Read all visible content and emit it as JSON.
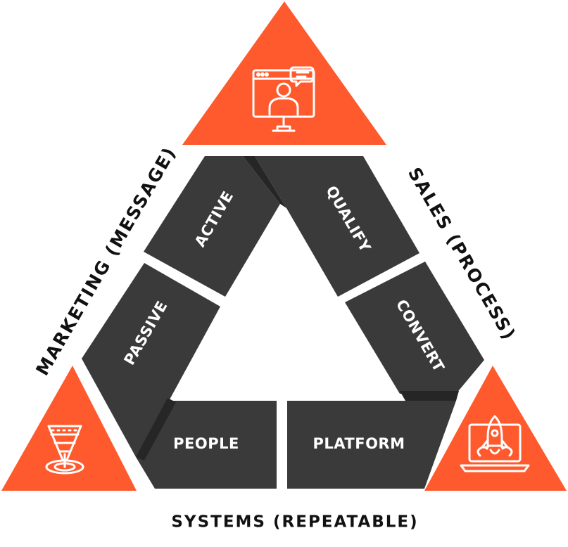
{
  "diagram": {
    "segments": {
      "active": "ACTIVE",
      "qualify": "QUALIFY",
      "passive": "PASSIVE",
      "convert": "CONVERT",
      "people": "PEOPLE",
      "platform": "PLATFORM"
    },
    "sides": {
      "left": "MARKETING (MESSAGE)",
      "right": "SALES (PROCESS)",
      "bottom": "SYSTEMS (REPEATABLE)"
    },
    "icons": {
      "top": "video-presenter-monitor-icon",
      "bottom_left": "sales-funnel-icon",
      "bottom_right": "rocket-laptop-icon"
    },
    "colors": {
      "accent": "#FF5A2D",
      "segment": "#3A3A3A",
      "segment_shadow": "#262626",
      "text": "#111111"
    }
  }
}
